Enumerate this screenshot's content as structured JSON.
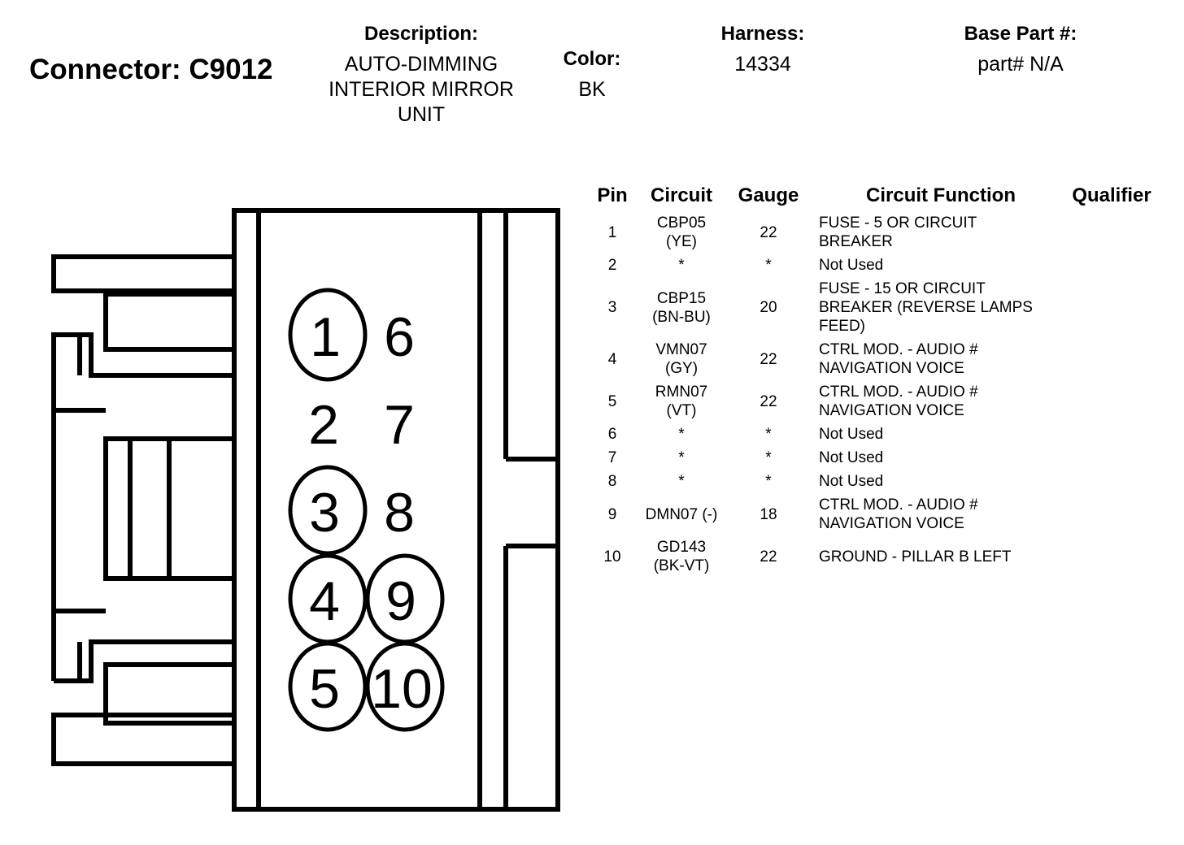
{
  "header": {
    "connector_title": "Connector: C9012",
    "description_label": "Description:",
    "description_lines": [
      "AUTO-DIMMING",
      "INTERIOR MIRROR",
      "UNIT"
    ],
    "color_label": "Color:",
    "color_value": "BK",
    "harness_label": "Harness:",
    "harness_value": "14334",
    "base_part_label": "Base Part #:",
    "base_part_value": "part# N/A"
  },
  "connector": {
    "pin_labels": [
      "1",
      "2",
      "3",
      "4",
      "5",
      "6",
      "7",
      "8",
      "9",
      "10"
    ],
    "circled_pins": [
      "1",
      "3",
      "4",
      "5",
      "9",
      "10"
    ]
  },
  "table": {
    "headers": {
      "pin": "Pin",
      "circuit": "Circuit",
      "gauge": "Gauge",
      "function": "Circuit Function",
      "qualifier": "Qualifier"
    },
    "rows": [
      {
        "pin": "1",
        "circuit": [
          "CBP05",
          "(YE)"
        ],
        "gauge": "22",
        "function": [
          "FUSE - 5 OR CIRCUIT",
          "BREAKER"
        ],
        "qualifier": ""
      },
      {
        "pin": "2",
        "circuit": [
          "*"
        ],
        "gauge": "*",
        "function": [
          "Not Used"
        ],
        "qualifier": ""
      },
      {
        "pin": "3",
        "circuit": [
          "CBP15",
          "(BN-BU)"
        ],
        "gauge": "20",
        "function": [
          "FUSE - 15 OR CIRCUIT",
          "BREAKER (REVERSE LAMPS",
          "FEED)"
        ],
        "qualifier": ""
      },
      {
        "pin": "4",
        "circuit": [
          "VMN07",
          "(GY)"
        ],
        "gauge": "22",
        "function": [
          "CTRL MOD. - AUDIO #",
          "NAVIGATION VOICE"
        ],
        "qualifier": ""
      },
      {
        "pin": "5",
        "circuit": [
          "RMN07",
          "(VT)"
        ],
        "gauge": "22",
        "function": [
          "CTRL MOD. - AUDIO #",
          "NAVIGATION VOICE"
        ],
        "qualifier": ""
      },
      {
        "pin": "6",
        "circuit": [
          "*"
        ],
        "gauge": "*",
        "function": [
          "Not Used"
        ],
        "qualifier": ""
      },
      {
        "pin": "7",
        "circuit": [
          "*"
        ],
        "gauge": "*",
        "function": [
          "Not Used"
        ],
        "qualifier": ""
      },
      {
        "pin": "8",
        "circuit": [
          "*"
        ],
        "gauge": "*",
        "function": [
          "Not Used"
        ],
        "qualifier": ""
      },
      {
        "pin": "9",
        "circuit": [
          "DMN07 (-)"
        ],
        "gauge": "18",
        "function": [
          "CTRL MOD. - AUDIO #",
          "NAVIGATION VOICE"
        ],
        "qualifier": ""
      },
      {
        "pin": "10",
        "circuit": [
          "GD143",
          "(BK-VT)"
        ],
        "gauge": "22",
        "function": [
          "GROUND - PILLAR B LEFT"
        ],
        "qualifier": ""
      }
    ]
  }
}
